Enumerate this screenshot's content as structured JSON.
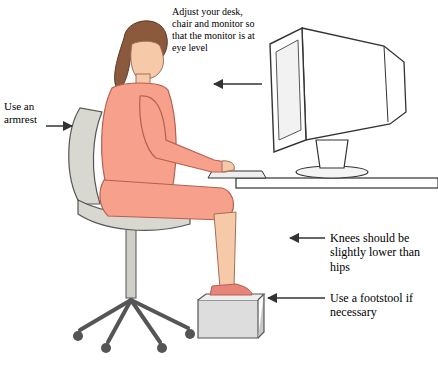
{
  "diagram": {
    "labels": [
      "Adjust your desk, chair and monitor so that the monitor is at eye level",
      "Use an armrest",
      "Knees should be slightly lower than hips",
      "Use a footstool if necessary"
    ]
  }
}
